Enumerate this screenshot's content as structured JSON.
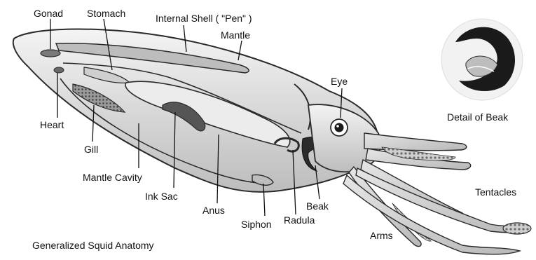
{
  "diagram": {
    "caption": "Generalized Squid Anatomy",
    "labels": {
      "gonad": "Gonad",
      "stomach": "Stomach",
      "internal_shell": "Internal Shell ( \"Pen\" )",
      "mantle": "Mantle",
      "eye": "Eye",
      "detail_of_beak": "Detail of Beak",
      "heart": "Heart",
      "gill": "Gill",
      "mantle_cavity": "Mantle Cavity",
      "ink_sac": "Ink Sac",
      "anus": "Anus",
      "siphon": "Siphon",
      "radula": "Radula",
      "beak": "Beak",
      "tentacles": "Tentacles",
      "arms": "Arms"
    }
  }
}
